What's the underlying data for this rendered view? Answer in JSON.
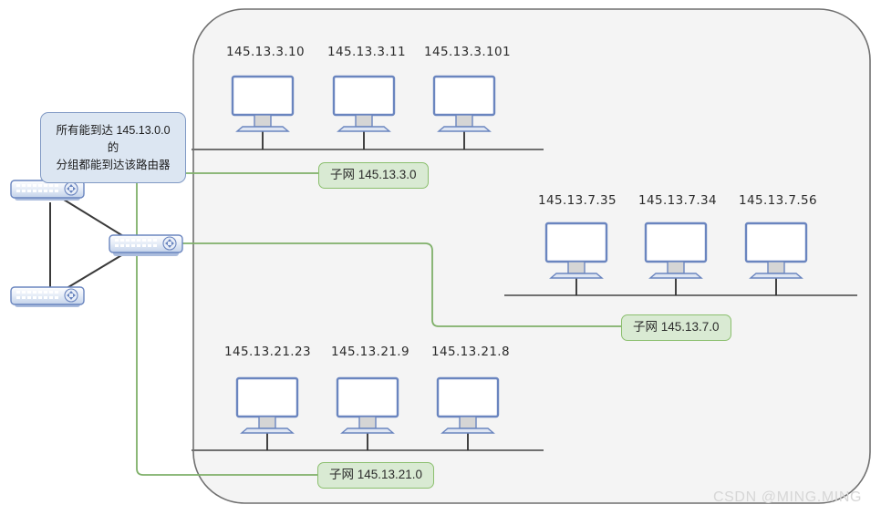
{
  "diagram": {
    "title": "IP subnet routing diagram",
    "container": {
      "fill": "#f4f4f4",
      "border": "#6f6f6f"
    },
    "colors": {
      "subnet_pill_fill": "#d9ead3",
      "subnet_pill_border": "#8bbf6e",
      "route_line": "#7fb069",
      "callout_fill": "#dce6f2",
      "callout_border": "#8099c4",
      "device_border": "#6a85bf",
      "bus_line": "#707070",
      "watermark": "#d6d6d6"
    }
  },
  "callout": {
    "name": "router-callout",
    "text": "所有能到达 145.13.0.0 的\n分组都能到达该路由器"
  },
  "routers": [
    {
      "id": "router-top-left",
      "label": ""
    },
    {
      "id": "router-bottom-left",
      "label": ""
    },
    {
      "id": "router-center",
      "label": ""
    }
  ],
  "subnets": [
    {
      "id": "subnet-145-13-3-0",
      "pill_label": "子网 145.13.3.0",
      "hosts": [
        {
          "ip": "145.13.3.10"
        },
        {
          "ip": "145.13.3.11"
        },
        {
          "ip": "145.13.3.101"
        }
      ]
    },
    {
      "id": "subnet-145-13-7-0",
      "pill_label": "子网 145.13.7.0",
      "hosts": [
        {
          "ip": "145.13.7.35"
        },
        {
          "ip": "145.13.7.34"
        },
        {
          "ip": "145.13.7.56"
        }
      ]
    },
    {
      "id": "subnet-145-13-21-0",
      "pill_label": "子网 145.13.21.0",
      "hosts": [
        {
          "ip": "145.13.21.23"
        },
        {
          "ip": "145.13.21.9"
        },
        {
          "ip": "145.13.21.8"
        }
      ]
    }
  ],
  "watermark": {
    "text": "CSDN @MING.MING"
  }
}
